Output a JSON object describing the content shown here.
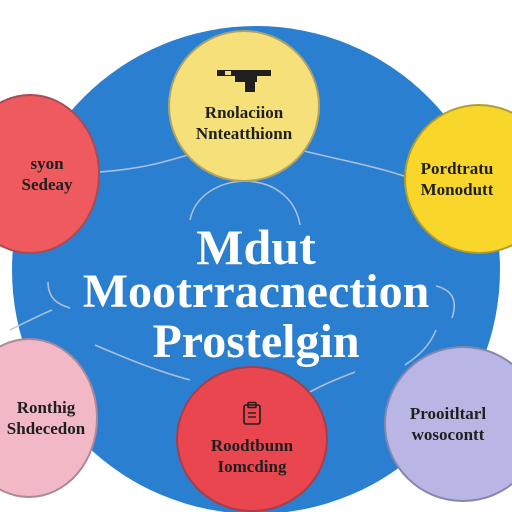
{
  "colors": {
    "background": "#ffffff",
    "big_circle": "#2b7fd0",
    "connector": "#b9c6dc",
    "node_yellow": "#f6e07a",
    "node_red": "#ee5a5e",
    "node_yellow_right": "#f8d72a",
    "node_pink": "#f2b8c6",
    "node_red_bottom": "#e94650",
    "node_lavender": "#b9b6e6"
  },
  "center": {
    "line1": "Mdut",
    "line2": "Mootrracnection",
    "line3": "Prostelgin"
  },
  "nodes": {
    "top": {
      "icon": "tool-icon",
      "line1": "Rnolaciion",
      "line2": "Nnteatthionn"
    },
    "left": {
      "line1": "syon",
      "line2": "Sedeay"
    },
    "right": {
      "line1": "Pordtratu",
      "line2": "Monodutt"
    },
    "bottom_left": {
      "line1": "Ronthig",
      "line2": "Shdecedon"
    },
    "bottom": {
      "icon": "clipboard-icon",
      "line1": "Roodtbunn",
      "line2": "Iomcding"
    },
    "bottom_right": {
      "line1": "Prooitltarl",
      "line2": "wosocontt"
    }
  }
}
